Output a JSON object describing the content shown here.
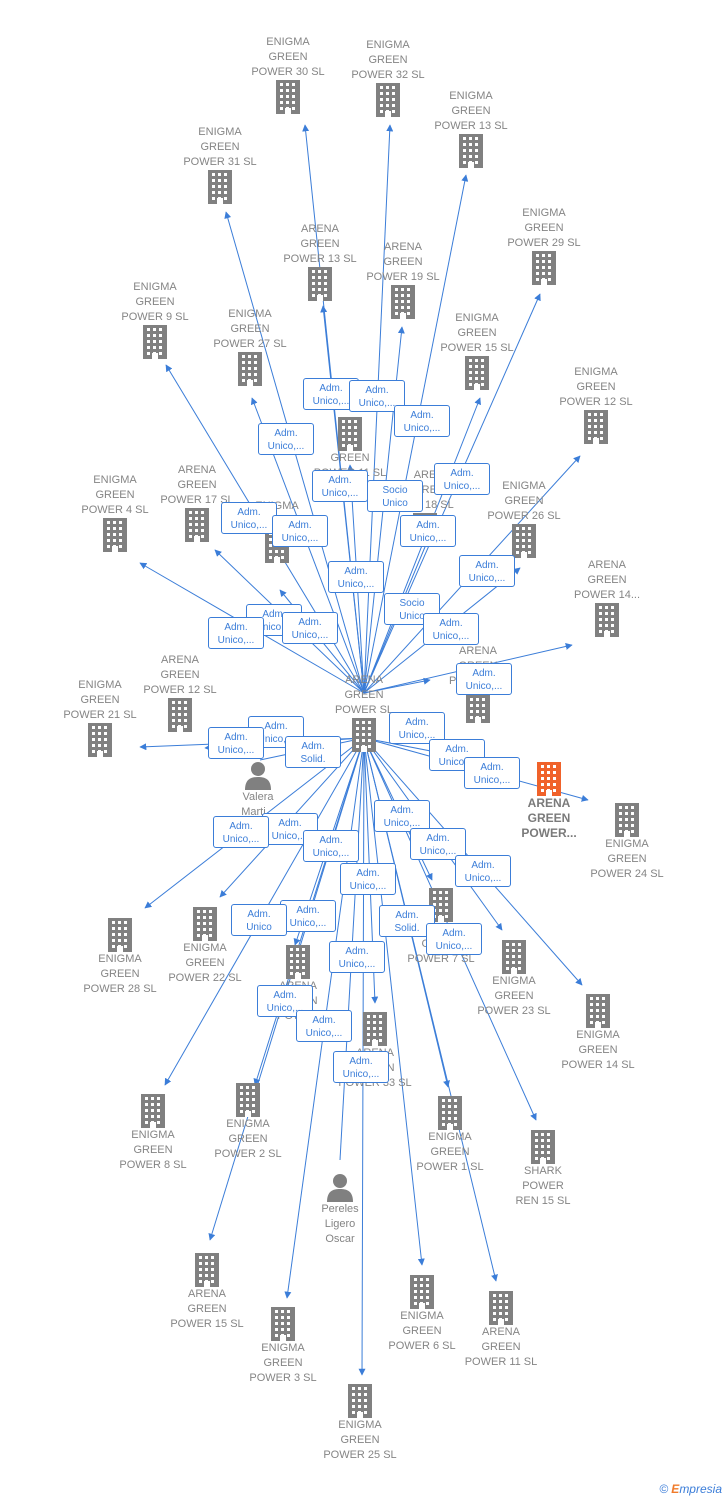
{
  "colors": {
    "edge": "#3b7dd8",
    "building": "#808080",
    "focus": "#f0622a",
    "person": "#808080"
  },
  "nodes": [
    {
      "id": "center",
      "label": "ARENA\nGREEN\nPOWER  SL",
      "type": "building"
    },
    {
      "id": "focus",
      "label": "ARENA\nGREEN\nPOWER...",
      "type": "building",
      "focus": true
    },
    {
      "id": "eg30",
      "label": "ENIGMA\nGREEN\nPOWER 30  SL",
      "type": "building"
    },
    {
      "id": "eg32",
      "label": "ENIGMA\nGREEN\nPOWER 32  SL",
      "type": "building"
    },
    {
      "id": "eg13",
      "label": "ENIGMA\nGREEN\nPOWER 13  SL",
      "type": "building"
    },
    {
      "id": "eg31",
      "label": "ENIGMA\nGREEN\nPOWER 31  SL",
      "type": "building"
    },
    {
      "id": "eg29",
      "label": "ENIGMA\nGREEN\nPOWER 29  SL",
      "type": "building"
    },
    {
      "id": "ag13",
      "label": "ARENA\nGREEN\nPOWER 13  SL",
      "type": "building"
    },
    {
      "id": "ag19",
      "label": "ARENA\nGREEN\nPOWER 19  SL",
      "type": "building"
    },
    {
      "id": "eg9",
      "label": "ENIGMA\nGREEN\nPOWER 9  SL",
      "type": "building"
    },
    {
      "id": "eg27",
      "label": "ENIGMA\nGREEN\nPOWER 27  SL",
      "type": "building"
    },
    {
      "id": "eg15",
      "label": "ENIGMA\nGREEN\nPOWER 15  SL",
      "type": "building"
    },
    {
      "id": "eg12",
      "label": "ENIGMA\nGREEN\nPOWER 12  SL",
      "type": "building"
    },
    {
      "id": "ag11",
      "label": "GREEN\nPOWER 11  SL",
      "type": "building"
    },
    {
      "id": "ag18",
      "label": "ARE\nGRE\nWER 18  SL",
      "type": "building"
    },
    {
      "id": "ag17",
      "label": "ARENA\nGREEN\nPOWER 17  SL",
      "type": "building"
    },
    {
      "id": "eg4",
      "label": "ENIGMA\nGREEN\nPOWER 4  SL",
      "type": "building"
    },
    {
      "id": "enig_mid",
      "label": "ENIGMA\nPOW",
      "type": "building"
    },
    {
      "id": "eg26",
      "label": "ENIGMA\nGREEN\nPOWER 26  SL",
      "type": "building"
    },
    {
      "id": "ag14",
      "label": "ARENA\nGREEN\nPOWER 14...",
      "type": "building"
    },
    {
      "id": "ag12",
      "label": "ARENA\nGREEN\nPOWER 12  SL",
      "type": "building"
    },
    {
      "id": "arena_r",
      "label": "ARENA\nGREEN\nPOWER  SL",
      "type": "building"
    },
    {
      "id": "eg21",
      "label": "ENIGMA\nGREEN\nPOWER 21  SL",
      "type": "building"
    },
    {
      "id": "valera",
      "label": "Valera\nMarti...",
      "type": "person"
    },
    {
      "id": "eg24",
      "label": "ENIGMA\nGREEN\nPOWER 24  SL",
      "type": "building"
    },
    {
      "id": "eg28",
      "label": "ENIGMA\nGREEN\nPOWER 28  SL",
      "type": "building"
    },
    {
      "id": "eg22",
      "label": "ENIGMA\nGREEN\nPOWER 22  SL",
      "type": "building"
    },
    {
      "id": "pow_mid",
      "label": "ARENA\nGREEN\nPOWER",
      "type": "building"
    },
    {
      "id": "eg7",
      "label": "ENIGMA\nGREEN\nPOWER 7  SL",
      "type": "building"
    },
    {
      "id": "eg23",
      "label": "ENIGMA\nGREEN\nPOWER 23  SL",
      "type": "building"
    },
    {
      "id": "eg14",
      "label": "ENIGMA\nGREEN\nPOWER 14  SL",
      "type": "building"
    },
    {
      "id": "ag33",
      "label": "ARENA\nGREEN\nPOWER 33  SL",
      "type": "building"
    },
    {
      "id": "eg8",
      "label": "ENIGMA\nGREEN\nPOWER 8  SL",
      "type": "building"
    },
    {
      "id": "ag2",
      "label": "ENIGMA\nGREEN\nPOWER 2  SL",
      "type": "building"
    },
    {
      "id": "eg1",
      "label": "ENIGMA\nGREEN\nPOWER 1  SL",
      "type": "building"
    },
    {
      "id": "shark",
      "label": "SHARK\nPOWER\nREN 15  SL",
      "type": "building"
    },
    {
      "id": "pereles",
      "label": "Pereles\nLigero\nOscar",
      "type": "person"
    },
    {
      "id": "ag15",
      "label": "ARENA\nGREEN\nPOWER 15  SL",
      "type": "building"
    },
    {
      "id": "eg6",
      "label": "ENIGMA\nGREEN\nPOWER 6  SL",
      "type": "building"
    },
    {
      "id": "ag11b",
      "label": "ARENA\nGREEN\nPOWER 11  SL",
      "type": "building"
    },
    {
      "id": "eg3",
      "label": "ENIGMA\nGREEN\nPOWER 3  SL",
      "type": "building"
    },
    {
      "id": "eg25",
      "label": "ENIGMA\nGREEN\nPOWER 25  SL",
      "type": "building"
    }
  ],
  "edge_labels": [
    "Adm.\nUnico,...",
    "Adm.\nUnico,...",
    "Adm.\nUnico,...",
    "Adm.\nUnico,...",
    "Adm.\nUnico,...",
    "Socio\nUnico",
    "Adm.\nUnico,...",
    "Adm.\nUnico,...",
    "Adm.\nUnico,...",
    "Adm.\nUnico,...",
    "Adm.\nUnico,...",
    "Adm.\nUnico,...",
    "Socio\nUnico",
    "Adm.\nUnico,...",
    "Adm.\nUnico,...",
    "Adm.\nUnico,...",
    "Adm.\nUnico,...",
    "Adm.\nUnico,...",
    "Adm.\nUnico,...",
    "Adm.\nUnico,...",
    "Adm.\nSolid.",
    "Adm.\nUnico,...",
    "Adm.\nUnico,...",
    "Adm.\nUnico,...",
    "Adm.\nUnico,...",
    "Adm.\nUnico,...",
    "Adm.\nUnico,...",
    "Adm.\nUnico,...",
    "Adm.\nUnico,...",
    "Adm.\nUnico,...",
    "Adm.\nUnico,...",
    "Adm.\nUnico,...",
    "Adm.\nUnico",
    "Adm.\nSolid.",
    "Adm.\nUnico,...",
    "Adm.\nUnico,...",
    "Adm.\nUnico,...",
    "Adm.\nUnico,...",
    "Adm.\nUnico,..."
  ],
  "footer": {
    "copyright": "©",
    "brand_e": "E",
    "brand_rest": "mpresia"
  }
}
